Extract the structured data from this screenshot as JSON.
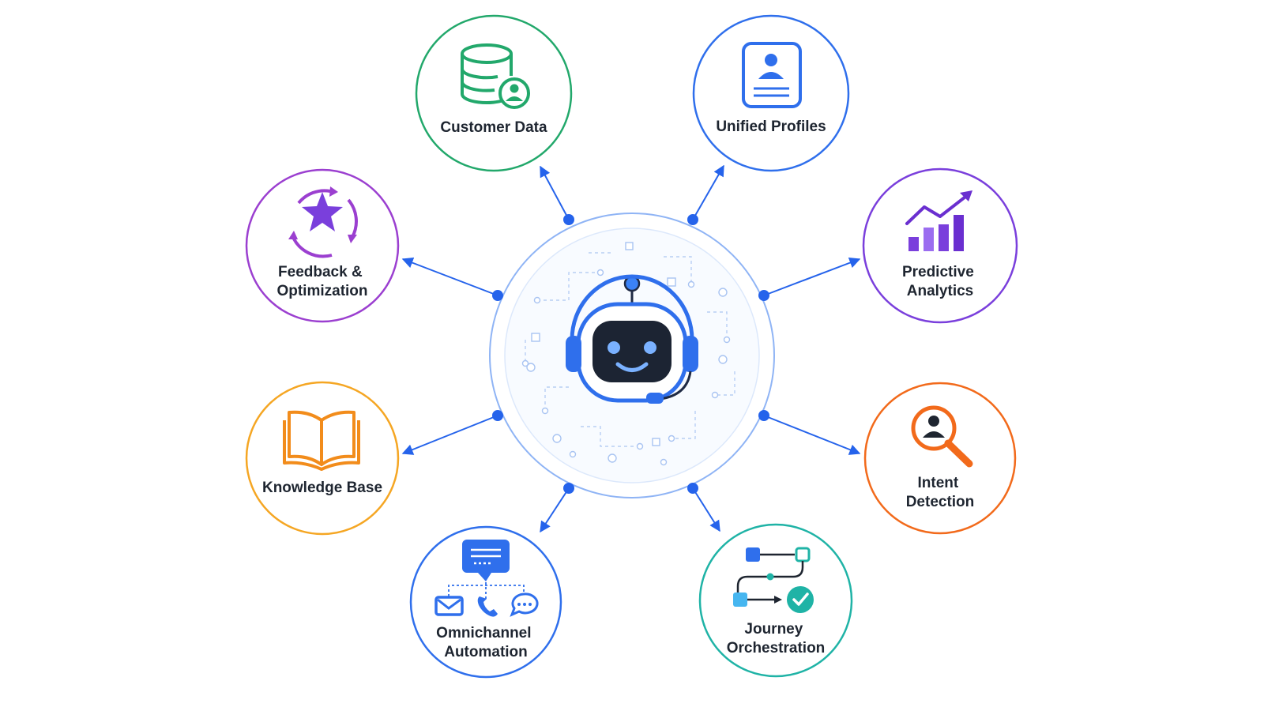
{
  "diagram": {
    "center": {
      "icon": "robot-headset-icon",
      "accent": "#2f6fec"
    },
    "nodes": [
      {
        "id": "customer-data",
        "lines": [
          "Customer Data"
        ],
        "color": "#22a86b",
        "icon": "database-user-icon"
      },
      {
        "id": "unified-profiles",
        "lines": [
          "Unified Profiles"
        ],
        "color": "#2f6fec",
        "icon": "profile-card-icon"
      },
      {
        "id": "predictive-analytics",
        "lines": [
          "Predictive",
          "Analytics"
        ],
        "color": "#7a3fdc",
        "icon": "bar-chart-trend-icon"
      },
      {
        "id": "intent-detection",
        "lines": [
          "Intent",
          "Detection"
        ],
        "color": "#f26a1b",
        "icon": "magnifier-user-icon"
      },
      {
        "id": "journey-orchestration",
        "lines": [
          "Journey",
          "Orchestration"
        ],
        "color": "#1fb3a6",
        "icon": "workflow-check-icon"
      },
      {
        "id": "omnichannel-automation",
        "lines": [
          "Omnichannel",
          "Automation"
        ],
        "color": "#2f6fec",
        "icon": "channels-icon"
      },
      {
        "id": "knowledge-base",
        "lines": [
          "Knowledge Base"
        ],
        "color": "#f5a623",
        "icon": "open-book-icon"
      },
      {
        "id": "feedback-optimization",
        "lines": [
          "Feedback &",
          "Optimization"
        ],
        "color": "#9b3fd0",
        "icon": "cycle-star-icon"
      }
    ],
    "connector_color": "#2563eb"
  }
}
